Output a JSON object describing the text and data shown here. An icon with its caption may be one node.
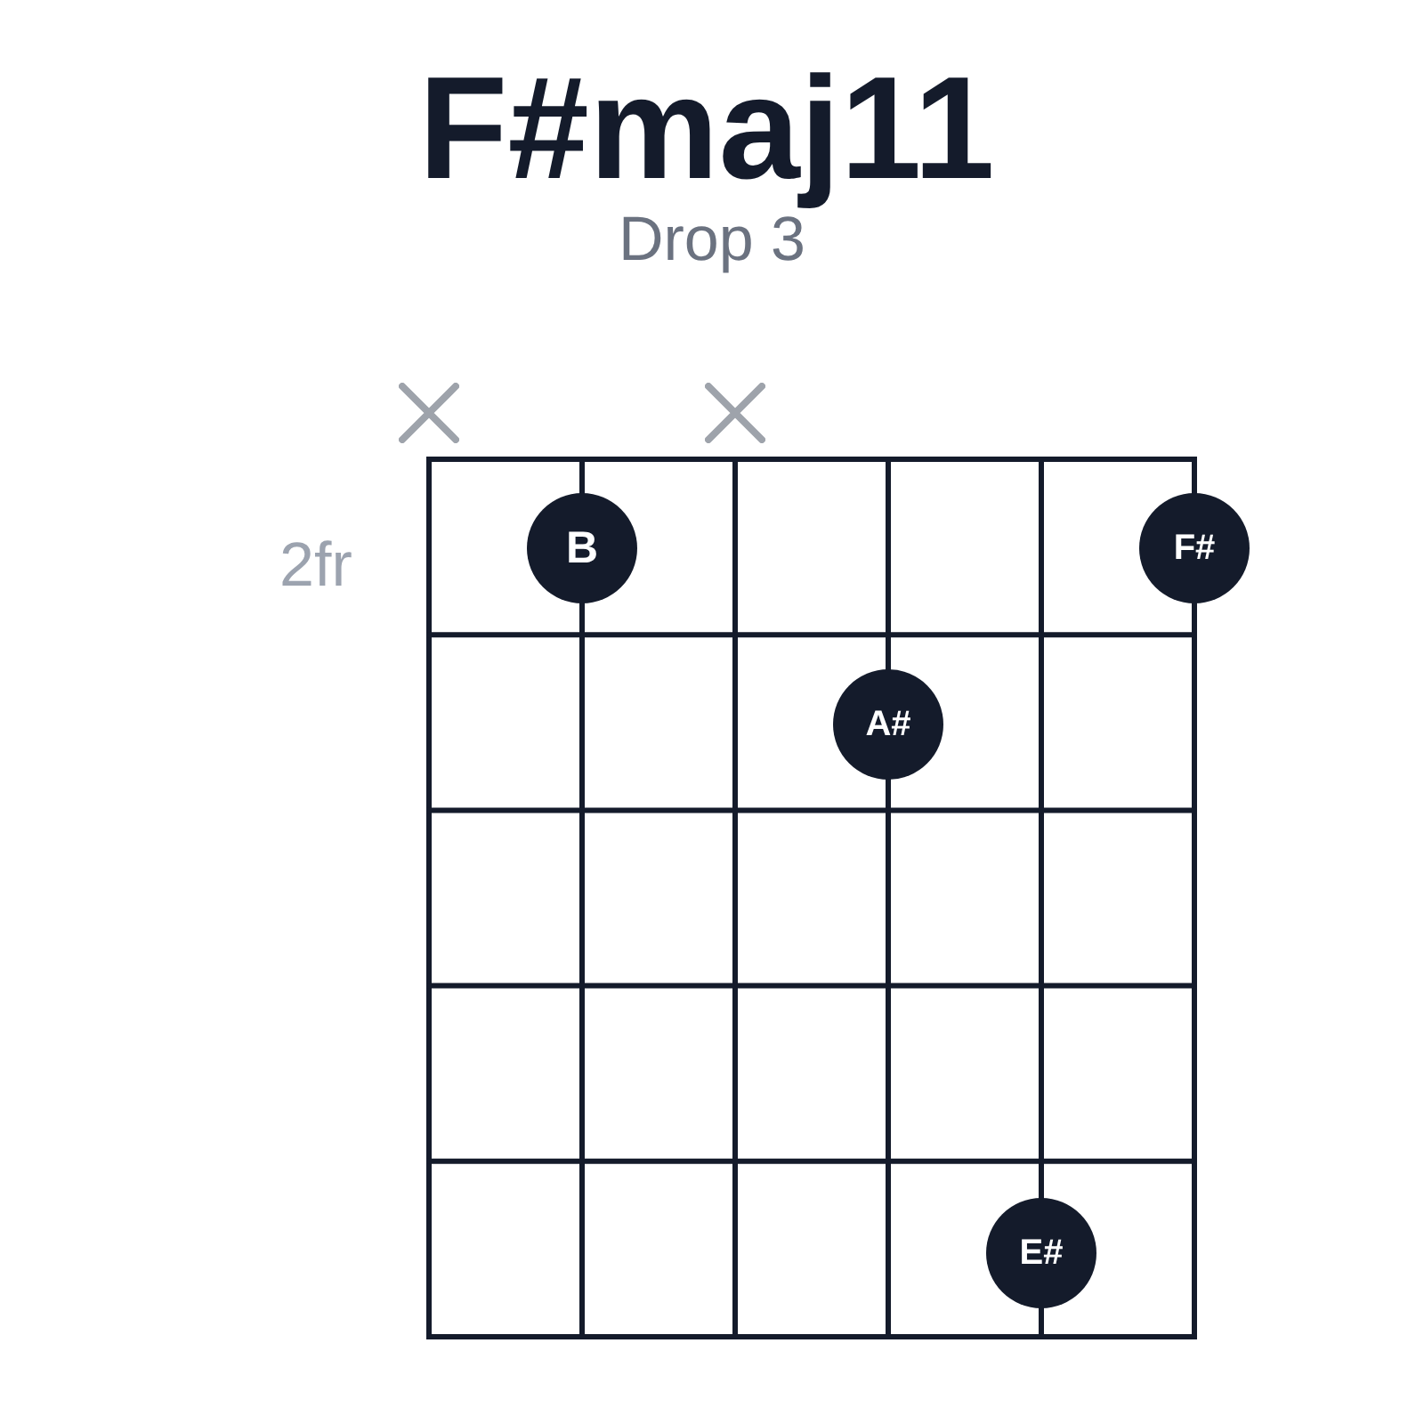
{
  "diagram": {
    "title": "F#maj11",
    "nodes": [
      {
        "text": [
          "B"
        ]
      },
      {
        "text": [
          "F#"
        ]
      },
      {
        "text": [
          "A#"
        ]
      },
      {
        "text": [
          "E#"
        ]
      }
    ],
    "labels": [
      "Drop 3",
      "2fr"
    ]
  }
}
